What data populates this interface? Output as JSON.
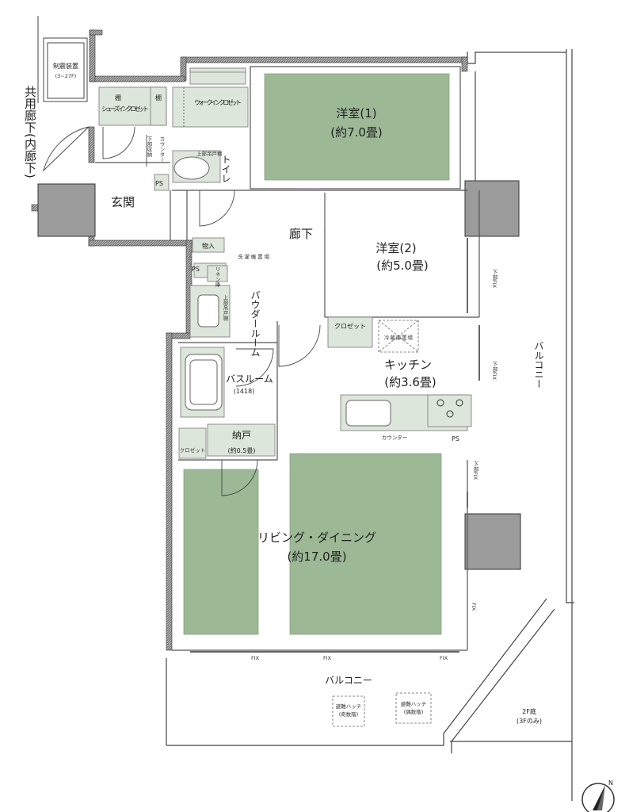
{
  "rooms": {
    "western1": {
      "name": "洋室(1)",
      "area": "(約7.0畳)"
    },
    "western2": {
      "name": "洋室(2)",
      "area": "(約5.0畳)"
    },
    "kitchen": {
      "name": "キッチン",
      "area": "(約3.6畳)"
    },
    "living": {
      "name": "リビング・ダイニング",
      "area": "(約17.0畳)"
    },
    "bathroom": {
      "name": "バスルーム",
      "size": "(1418)"
    },
    "powder": {
      "name": "パウダールーム"
    },
    "toilet": {
      "name": "トイレ"
    },
    "hallway": {
      "name": "廊下"
    },
    "entrance": {
      "name": "玄関"
    },
    "storage": {
      "name": "納戸",
      "area": "(約0.5畳)"
    }
  },
  "fixtures": {
    "shoe_closet": "シューズインクロゼット",
    "walk_in_closet": "ウォークインクロゼット",
    "closet": "クロゼット",
    "closet_small": "クロゼット",
    "counter": "カウンター",
    "counter_kitchen": "カウンター",
    "upper_cabinet": "上部吊戸棚",
    "ps1": "PS",
    "ps2": "PS",
    "ps3": "PS",
    "storage_in": "物入",
    "washer": "洗濯機置場",
    "linen": "リネン庫",
    "fridge": "冷蔵庫置場",
    "shelf": "棚",
    "shelf2": "棚",
    "lower_cabinet": "下部収納",
    "upper_shelf": "上部吊戸棚"
  },
  "outside": {
    "corridor": "共用廊下(内廊下)",
    "sprinkler": "制震装置",
    "sprinkler_floors": "(3~27F)",
    "balcony_right": "バルコニー",
    "balcony_bottom": "バルコニー",
    "hatch1": "避難ハッチ",
    "hatch1_sub": "(奇数階)",
    "hatch2": "避難ハッチ",
    "hatch2_sub": "(偶数階)",
    "garden": "2F庭",
    "garden_sub": "(3Fのみ)"
  },
  "marks": {
    "fix": "FIX",
    "fix_dist": "下部FIX",
    "north": "N"
  },
  "colors": {
    "room_green": "#9cb895",
    "fixture_green": "#dde6da",
    "wall_hatch": "#555555",
    "column_gray": "#9b9b9b"
  }
}
